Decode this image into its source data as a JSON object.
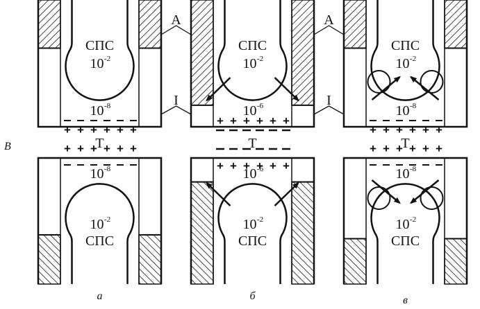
{
  "figure": {
    "side_label": "B",
    "gap_label": "T",
    "panels": [
      {
        "id": "a",
        "caption": "а",
        "top": {
          "bulb_label": "СПС",
          "bulb_conc": {
            "base": "10",
            "exp": "-2"
          },
          "gap_conc": {
            "base": "10",
            "exp": "-8"
          },
          "charge_inside": "-",
          "arrows": "none"
        },
        "gap": {
          "upper_row": "+",
          "lower_row": "+"
        },
        "bottom": {
          "bulb_label": "СПС",
          "bulb_conc": {
            "base": "10",
            "exp": "-2"
          },
          "gap_conc": {
            "base": "10",
            "exp": "-8"
          },
          "charge_inside": "-",
          "arrows": "none"
        },
        "top_hatch_fraction": 0.38,
        "bottom_hatch_fraction": 0.39
      },
      {
        "id": "b",
        "caption": "б",
        "top": {
          "bulb_label": "СПС",
          "bulb_conc": {
            "base": "10",
            "exp": "-2"
          },
          "gap_conc": {
            "base": "10",
            "exp": "-6"
          },
          "charge_inside": "+",
          "arrows": "outward"
        },
        "gap": {
          "upper_row": "-",
          "lower_row": "-"
        },
        "bottom": {
          "bulb_label": "СПС",
          "bulb_conc": {
            "base": "10",
            "exp": "-2"
          },
          "gap_conc": {
            "base": "10",
            "exp": "-6"
          },
          "charge_inside": "+",
          "arrows": "outward"
        },
        "top_hatch_fraction": 0.83,
        "bottom_hatch_fraction": 0.81
      },
      {
        "id": "c",
        "caption": "в",
        "top": {
          "bulb_label": "СПС",
          "bulb_conc": {
            "base": "10",
            "exp": "-2"
          },
          "gap_conc": {
            "base": "10",
            "exp": "-8"
          },
          "charge_inside": "-",
          "arrows": "vortex-inward"
        },
        "gap": {
          "upper_row": "+",
          "lower_row": "+"
        },
        "bottom": {
          "bulb_label": "СПС",
          "bulb_conc": {
            "base": "10",
            "exp": "-2"
          },
          "gap_conc": {
            "base": "10",
            "exp": "-8"
          },
          "charge_inside": "-",
          "arrows": "vortex-inward"
        },
        "top_hatch_fraction": 0.38,
        "bottom_hatch_fraction": 0.36
      }
    ],
    "callouts": [
      {
        "label": "A",
        "between": [
          "a",
          "b"
        ],
        "points_to": "hatched-region"
      },
      {
        "label": "I",
        "between": [
          "a",
          "b"
        ],
        "points_to": "clear-region"
      },
      {
        "label": "A",
        "between": [
          "b",
          "c"
        ],
        "points_to": "hatched-region"
      },
      {
        "label": "I",
        "between": [
          "b",
          "c"
        ],
        "points_to": "clear-region"
      }
    ]
  }
}
